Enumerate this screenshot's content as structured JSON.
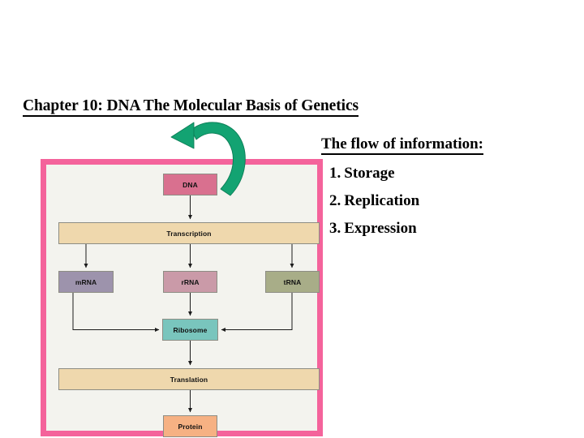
{
  "slide": {
    "title": "Chapter 10: DNA The Molecular Basis of Genetics"
  },
  "info_column": {
    "heading": "The flow of information:",
    "items": [
      {
        "number": "1.",
        "label": "Storage"
      },
      {
        "number": "2.",
        "label": "Replication"
      },
      {
        "number": "3.",
        "label": "Expression"
      }
    ]
  },
  "diagram": {
    "frame_color": "#f4639b",
    "background_color": "#f3f3ee",
    "nodes": {
      "dna": {
        "label": "DNA",
        "color": "#d9708f"
      },
      "transcription": {
        "label": "Transcription",
        "color": "#efd8ad"
      },
      "mrna": {
        "label": "mRNA",
        "color": "#9d93ac"
      },
      "rrna": {
        "label": "rRNA",
        "color": "#ca9aa8"
      },
      "trna": {
        "label": "tRNA",
        "color": "#a8ad88"
      },
      "ribosome": {
        "label": "Ribosome",
        "color": "#79c5bd"
      },
      "translation": {
        "label": "Translation",
        "color": "#efd8ad"
      },
      "protein": {
        "label": "Protein",
        "color": "#f6b183"
      }
    },
    "annotation_arrow": {
      "name": "replication-loop-arrow",
      "color": "#13a372",
      "points_to": "DNA"
    }
  }
}
